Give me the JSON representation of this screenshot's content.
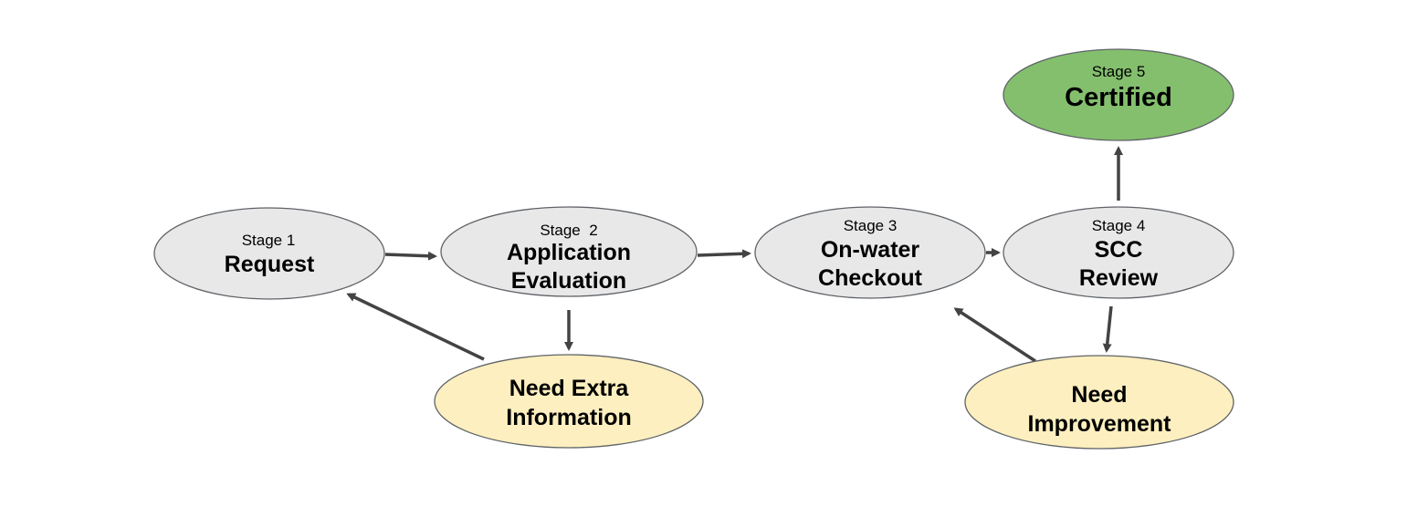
{
  "nodes": {
    "stage1": {
      "stage": "Stage 1",
      "title": [
        "Request"
      ]
    },
    "stage2": {
      "stage": "Stage  2",
      "title": [
        "Application",
        "Evaluation"
      ]
    },
    "stage3": {
      "stage": "Stage 3",
      "title": [
        "On-water",
        "Checkout"
      ]
    },
    "stage4": {
      "stage": "Stage 4",
      "title": [
        "SCC",
        "Review"
      ]
    },
    "stage5": {
      "stage": "Stage 5",
      "title": [
        "Certified"
      ]
    },
    "extra_info": {
      "title": [
        "Need Extra",
        "Information"
      ]
    },
    "improvement": {
      "title": [
        "Need",
        "Improvement"
      ]
    }
  },
  "edges": [
    {
      "from": "Request",
      "to": "Application Evaluation"
    },
    {
      "from": "Application Evaluation",
      "to": "On-water Checkout"
    },
    {
      "from": "On-water Checkout",
      "to": "SCC Review"
    },
    {
      "from": "SCC Review",
      "to": "Certified"
    },
    {
      "from": "Application Evaluation",
      "to": "Need Extra Information"
    },
    {
      "from": "Need Extra Information",
      "to": "Request"
    },
    {
      "from": "SCC Review",
      "to": "Need Improvement"
    },
    {
      "from": "Need Improvement",
      "to": "On-water Checkout"
    }
  ],
  "colors": {
    "stage_fill": "#e8e8e8",
    "warning_fill": "#fdefbf",
    "success_fill": "#84bf6e",
    "arrow": "#434343",
    "outline": "#5f6368"
  }
}
